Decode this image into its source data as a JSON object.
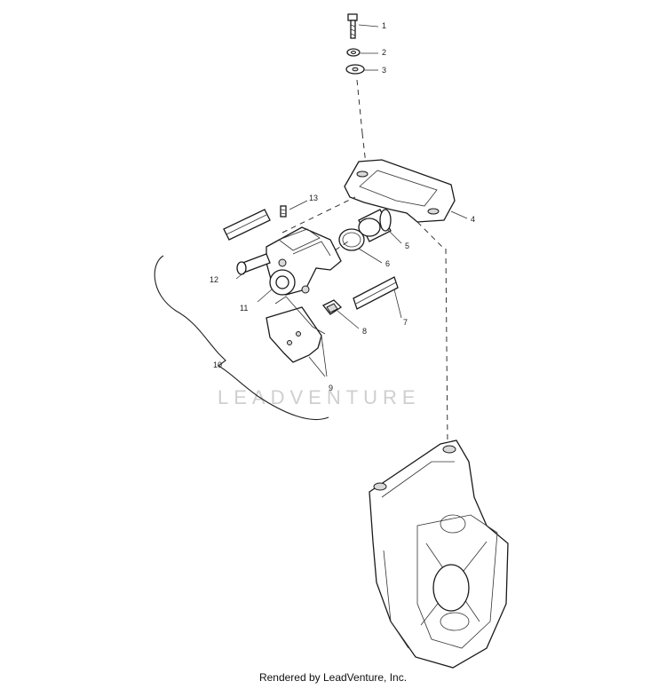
{
  "callouts": {
    "c1": "1",
    "c2": "2",
    "c3": "3",
    "c4": "4",
    "c5": "5",
    "c6": "6",
    "c7": "7",
    "c8": "8",
    "c9": "9",
    "c10": "10",
    "c11": "11",
    "c12": "12",
    "c13": "13"
  },
  "watermark": "LEADVENTURE",
  "footer": "Rendered by LeadVenture, Inc."
}
